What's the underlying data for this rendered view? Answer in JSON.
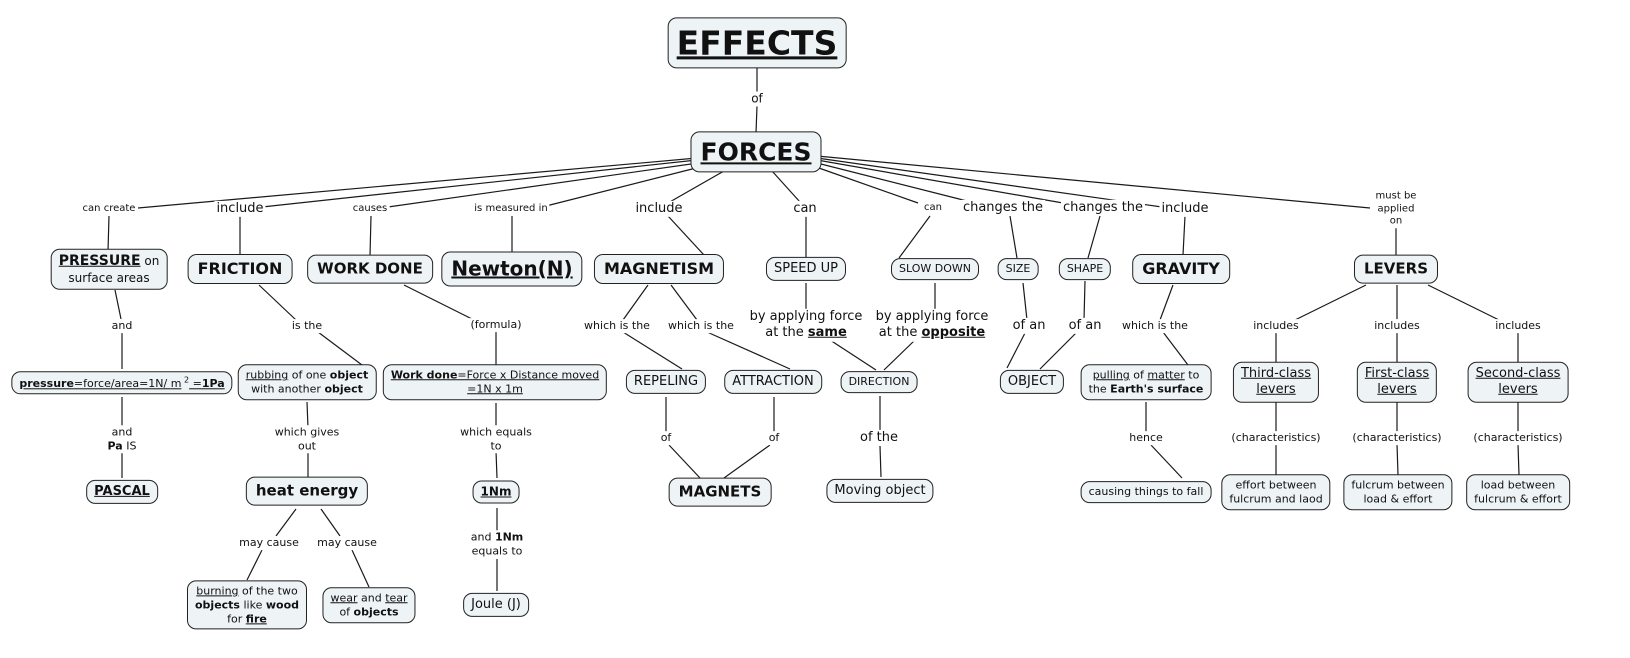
{
  "map_title": "EFFECTS of FORCES",
  "nodes": {
    "effects": "EFFECTS",
    "forces": "FORCES",
    "pressure": {
      "bold": "PRESSURE",
      "rest1": " on",
      "rest2": "surface areas"
    },
    "friction": "FRICTION",
    "work_done": "WORK DONE",
    "newton": "Newton(N)",
    "magnetism": "MAGNETISM",
    "speed_up": "SPEED UP",
    "slow_down": "SLOW DOWN",
    "size": "SIZE",
    "shape": "SHAPE",
    "gravity": "GRAVITY",
    "levers": "LEVERS",
    "pressure_formula": {
      "a": "pressure",
      "b": "=force/area=1N/ ",
      "c": "m",
      "d": "2",
      "e": " =",
      "f": "1Pa"
    },
    "pascal": "PASCAL",
    "rubbing": {
      "a": "rubbing",
      "b": " of one ",
      "c": "object",
      "d": "with another ",
      "e": "object"
    },
    "heat_energy": "heat energy",
    "burning": {
      "a": "burning",
      "b": " of the two",
      "c": "objects",
      "d": " like ",
      "e": "wood",
      "f": "for ",
      "g": "fire"
    },
    "wear_tear": {
      "a": "wear",
      "b": " and ",
      "c": "tear",
      "d": "of ",
      "e": "objects"
    },
    "work_formula": {
      "a": "Work done",
      "b": "=Force x Distance moved",
      "c": "=1N x 1m"
    },
    "one_nm": "1Nm",
    "joule": "Joule (J)",
    "repeling": "REPELING",
    "attraction": "ATTRACTION",
    "magnets": "MAGNETS",
    "direction": "DIRECTION",
    "moving_object": "Moving object",
    "object": "OBJECT",
    "pulling": {
      "a": "pulling",
      "b": " of ",
      "c": "matter",
      "d": " to",
      "e": "the ",
      "f": "Earth's surface"
    },
    "causing_fall": "causing things to fall",
    "third_class": {
      "l1": "Third-class",
      "l2": "levers"
    },
    "first_class": {
      "l1": "First-class",
      "l2": "levers"
    },
    "second_class": {
      "l1": "Second-class",
      "l2": "levers"
    },
    "third_char": {
      "l1": "effort between",
      "l2": "fulcrum and laod"
    },
    "first_char": {
      "l1": "fulcrum between",
      "l2": "load & effort"
    },
    "second_char": {
      "l1": "load between",
      "l2": "fulcrum & effort"
    }
  },
  "links": {
    "of": "of",
    "can_create": "can create",
    "include_friction": "include",
    "causes": "causes",
    "is_measured_in": "is measured in",
    "include_magnetism": "include",
    "can_speed": "can",
    "can_slow": "can",
    "changes_size": "changes the",
    "changes_shape": "changes the",
    "include_gravity": "include",
    "must_be_applied": {
      "l1": "must be",
      "l2": "applied",
      "l3": "on"
    },
    "and_pressure": "and",
    "and_pa": {
      "l1": "and",
      "l2b": "Pa",
      "l2": " IS"
    },
    "is_the": "is the",
    "which_gives_out": {
      "l1": "which gives",
      "l2": "out"
    },
    "may_cause_1": "may cause",
    "may_cause_2": "may cause",
    "formula": "(formula)",
    "which_equals": {
      "l1": "which equals",
      "l2": "to"
    },
    "and_1nm": {
      "l1a": "and ",
      "l1b": "1Nm",
      "l2": "equals to"
    },
    "which_is_repel": "which is the",
    "which_is_attract": "which is the",
    "of_repel": "of",
    "of_attract": "of",
    "by_same": {
      "l1": "by applying force",
      "l2a": "at the ",
      "l2b": "same"
    },
    "by_opposite": {
      "l1": "by applying force",
      "l2a": "at the ",
      "l2b": "opposite"
    },
    "of_the": "of the",
    "of_an_size": "of an",
    "of_an_shape": "of an",
    "which_is_gravity": "which is the",
    "hence": "hence",
    "includes_third": "includes",
    "includes_first": "includes",
    "includes_second": "includes",
    "char_third": "(characteristics)",
    "char_first": "(characteristics)",
    "char_second": "(characteristics)"
  },
  "colors": {
    "node_fill": "#eef3f5",
    "node_border": "#222222",
    "line": "#1a1a1a",
    "background": "#ffffff"
  }
}
